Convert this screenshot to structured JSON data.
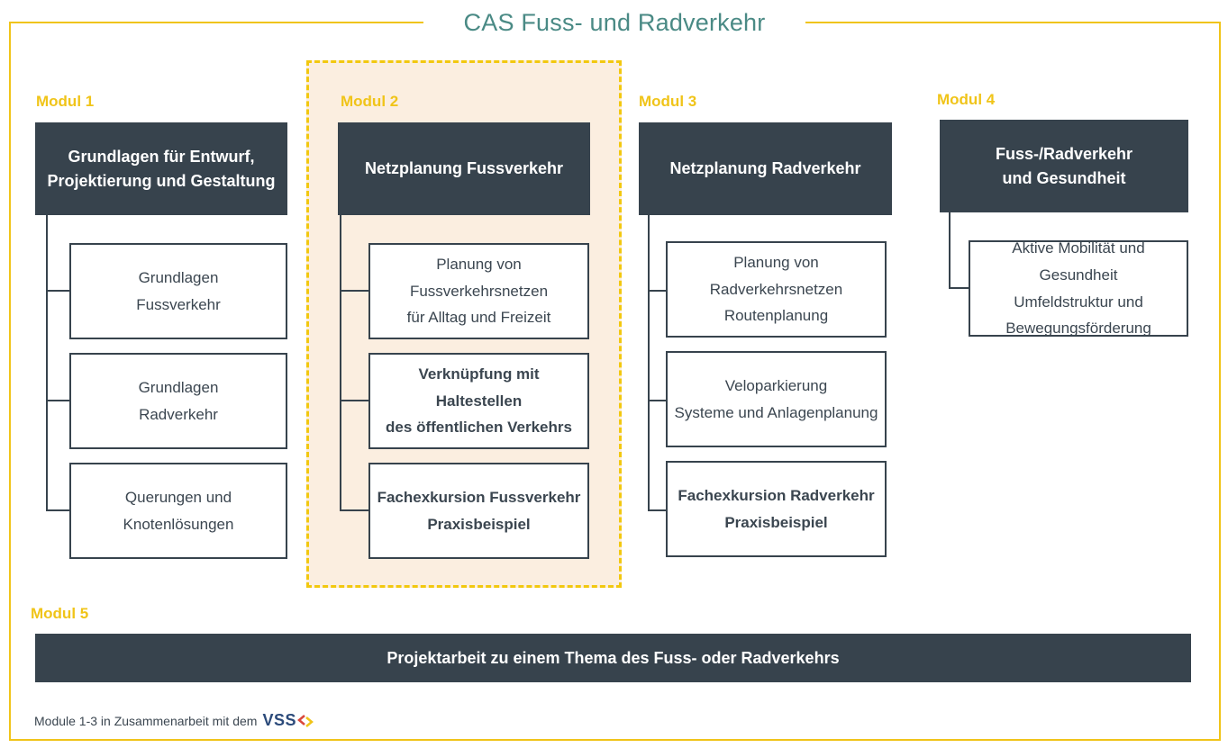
{
  "title": "CAS Fuss- und Radverkehr",
  "colors": {
    "accent": "#f0c419",
    "dark": "#37434d",
    "title": "#4a8a85",
    "highlight_bg": "#fbeee0"
  },
  "modules": [
    {
      "label": "Modul 1",
      "header": "Grundlagen für Entwurf,\nProjektierung und Gestaltung",
      "items": [
        "Grundlagen\nFussverkehr",
        "Grundlagen\nRadverkehr",
        "Querungen und\nKnotenlösungen"
      ]
    },
    {
      "label": "Modul 2",
      "header": "Netzplanung Fussverkehr",
      "items": [
        "Planung von\nFussverkehrsnetzen\nfür Alltag und Freizeit",
        "Verknüpfung mit Haltestellen\ndes öffentlichen Verkehrs",
        "Fachexkursion Fussverkehr\nPraxisbeispiel"
      ]
    },
    {
      "label": "Modul 3",
      "header": "Netzplanung Radverkehr",
      "items": [
        "Planung von\nRadverkehrsnetzen\nRoutenplanung",
        "Veloparkierung\nSysteme und Anlagenplanung",
        "Fachexkursion Radverkehr\nPraxisbeispiel"
      ]
    },
    {
      "label": "Modul 4",
      "header": "Fuss-/Radverkehr\nund Gesundheit",
      "items": [
        "Aktive Mobilität und Gesundheit\nUmfeldstruktur und\nBewegungsförderung"
      ]
    }
  ],
  "module5": {
    "label": "Modul 5",
    "bar": "Projektarbeit zu einem Thema des Fuss- oder Radverkehrs"
  },
  "footnote": {
    "text": "Module 1-3 in Zusammenarbeit mit dem",
    "logo_text": "VSS"
  }
}
